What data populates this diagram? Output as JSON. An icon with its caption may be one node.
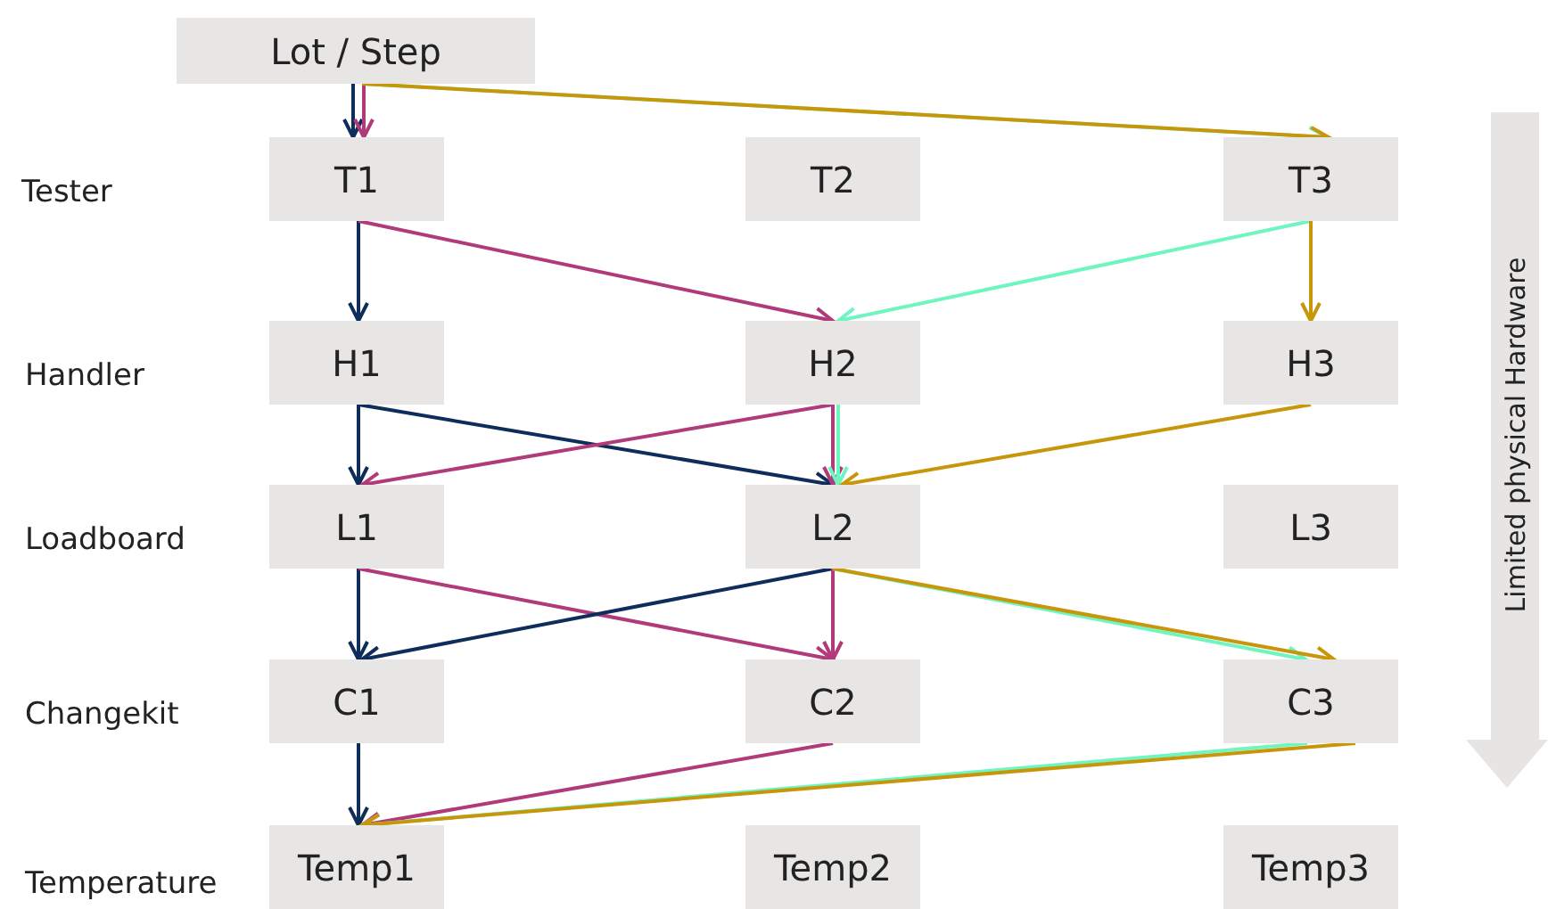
{
  "diagram": {
    "nodes": [
      {
        "text": [
          "Lot / Step"
        ]
      },
      {
        "text": [
          "T1"
        ]
      },
      {
        "text": [
          "T2"
        ]
      },
      {
        "text": [
          "T3"
        ]
      },
      {
        "text": [
          "H1"
        ]
      },
      {
        "text": [
          "H2"
        ]
      },
      {
        "text": [
          "H3"
        ]
      },
      {
        "text": [
          "L1"
        ]
      },
      {
        "text": [
          "L2"
        ]
      },
      {
        "text": [
          "L3"
        ]
      },
      {
        "text": [
          "C1"
        ]
      },
      {
        "text": [
          "C2"
        ]
      },
      {
        "text": [
          "C3"
        ]
      },
      {
        "text": [
          "Temp1"
        ]
      },
      {
        "text": [
          "Temp2"
        ]
      },
      {
        "text": [
          "Temp3"
        ]
      }
    ],
    "edges": [
      {
        "from": 0,
        "to": 1,
        "arrow": "to",
        "color": "#0f2d5a"
      },
      {
        "from": 0,
        "to": 1,
        "arrow": "to",
        "color": "#b03a7a"
      },
      {
        "from": 0,
        "to": 3,
        "arrow": "to",
        "color": "#6ef5c0"
      },
      {
        "from": 0,
        "to": 3,
        "arrow": "to",
        "color": "#c8960a"
      },
      {
        "from": 1,
        "to": 4,
        "arrow": "to",
        "color": "#0f2d5a"
      },
      {
        "from": 1,
        "to": 5,
        "arrow": "to",
        "color": "#b03a7a"
      },
      {
        "from": 3,
        "to": 5,
        "arrow": "to",
        "color": "#6ef5c0"
      },
      {
        "from": 3,
        "to": 6,
        "arrow": "to",
        "color": "#c8960a"
      },
      {
        "from": 4,
        "to": 7,
        "arrow": "to",
        "color": "#0f2d5a"
      },
      {
        "from": 4,
        "to": 8,
        "arrow": "to",
        "color": "#0f2d5a"
      },
      {
        "from": 5,
        "to": 7,
        "arrow": "to",
        "color": "#b03a7a"
      },
      {
        "from": 5,
        "to": 8,
        "arrow": "to",
        "color": "#b03a7a"
      },
      {
        "from": 5,
        "to": 8,
        "arrow": "to",
        "color": "#6ef5c0"
      },
      {
        "from": 6,
        "to": 8,
        "arrow": "to",
        "color": "#c8960a"
      },
      {
        "from": 7,
        "to": 10,
        "arrow": "to",
        "color": "#0f2d5a"
      },
      {
        "from": 7,
        "to": 11,
        "arrow": "to",
        "color": "#b03a7a"
      },
      {
        "from": 8,
        "to": 10,
        "arrow": "to",
        "color": "#0f2d5a"
      },
      {
        "from": 8,
        "to": 11,
        "arrow": "to",
        "color": "#b03a7a"
      },
      {
        "from": 8,
        "to": 12,
        "arrow": "to",
        "color": "#6ef5c0"
      },
      {
        "from": 8,
        "to": 12,
        "arrow": "to",
        "color": "#c8960a"
      },
      {
        "from": 10,
        "to": 13,
        "arrow": "to",
        "color": "#0f2d5a"
      },
      {
        "from": 11,
        "to": 13,
        "arrow": "to",
        "color": "#b03a7a"
      },
      {
        "from": 12,
        "to": 13,
        "arrow": "to",
        "color": "#6ef5c0"
      },
      {
        "from": 12,
        "to": 13,
        "arrow": "to",
        "color": "#c8960a"
      }
    ],
    "labels": [
      "Tester",
      "Handler",
      "Loadboard",
      "Changekit",
      "Temperature",
      "Limited physical Hardware"
    ]
  }
}
